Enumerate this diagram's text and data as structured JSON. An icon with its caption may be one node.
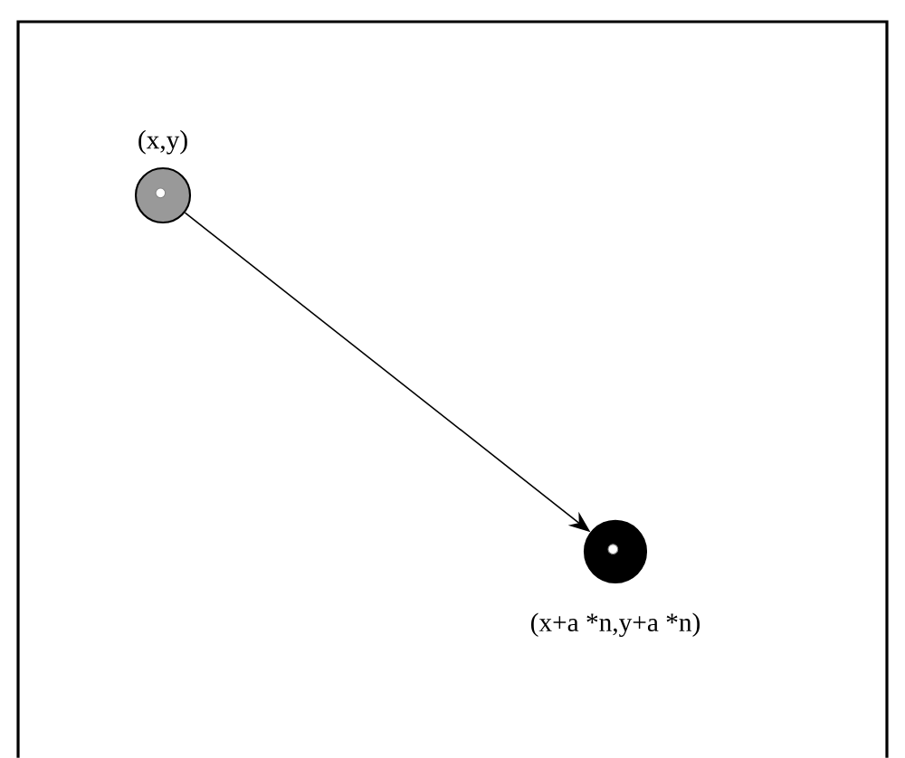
{
  "diagram": {
    "nodes": [
      {
        "text": [
          "(x,y)"
        ]
      },
      {
        "text": [
          "(x+a *n,y+a *n)"
        ]
      }
    ],
    "edges": [
      {
        "from": 0,
        "to": 1,
        "arrow": "to"
      }
    ]
  }
}
